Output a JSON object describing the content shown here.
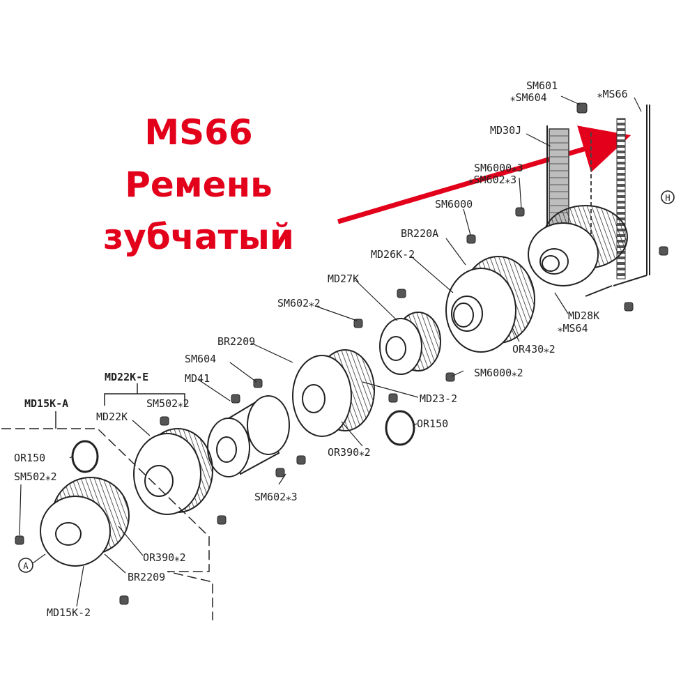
{
  "callout": {
    "line1": "MS66",
    "line2": "Ремень",
    "line3": "зубчатый",
    "color": "#e3001b"
  },
  "labels": {
    "sm601": "SM601",
    "sm604_top": "⁎SM604",
    "ms66_top": "⁎MS66",
    "md30j": "MD30J",
    "sm6000_3": "SM6000⁎3",
    "sm602_3_top": "⁎SM602⁎3",
    "sm6000": "SM6000",
    "br220a": "BR220A",
    "md26k2": "MD26K-2",
    "md27k": "MD27K",
    "sm602_2": "SM602⁎2",
    "md28k": "MD28K",
    "ms64": "⁎MS64",
    "or430_2": "OR430⁎2",
    "br2209_mid": "BR2209",
    "sm6000_2": "SM6000⁎2",
    "sm604_mid": "SM604",
    "md41": "MD41",
    "md22ke": "MD22K-E",
    "md23_2": "MD23-2",
    "md15ka": "MD15K-A",
    "sm502_2_mid": "SM502⁎2",
    "md22k": "MD22K",
    "or150_right": "OR150",
    "or390_2_mid": "OR390⁎2",
    "or150_left": "OR150",
    "sm502_2_left": "SM502⁎2",
    "sm602_3_bot": "SM602⁎3",
    "or390_2_bot": "OR390⁎2",
    "br2209_bot": "BR2209",
    "md15k2": "MD15K-2",
    "circle_h": "H",
    "circle_a": "A"
  }
}
